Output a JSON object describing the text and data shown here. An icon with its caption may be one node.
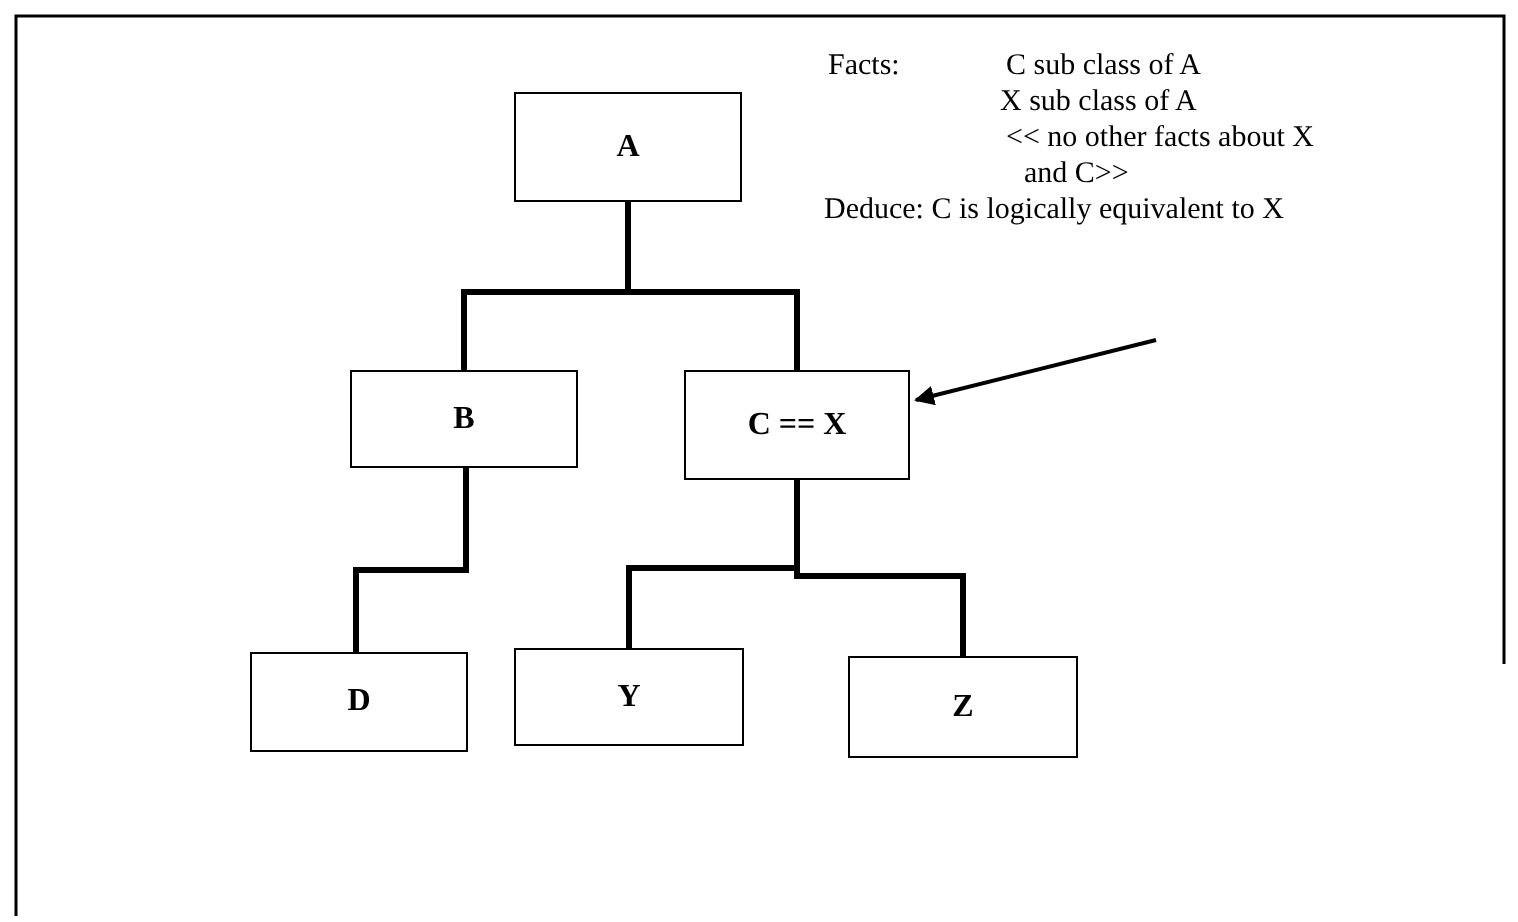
{
  "diagram": {
    "nodes": [
      {
        "text": [
          "A"
        ]
      },
      {
        "text": [
          "B"
        ]
      },
      {
        "text": [
          "C == X"
        ]
      },
      {
        "text": [
          "D"
        ]
      },
      {
        "text": [
          "Y"
        ]
      },
      {
        "text": [
          "Z"
        ]
      },
      {
        "text": [
          "Facts:",
          "C sub class of A",
          "X sub class of A",
          "<< no other facts about X and C>>",
          "Deduce:  C is logically equivalent to X"
        ]
      }
    ],
    "edges": [
      {
        "from": 0,
        "to": 1,
        "arrow": "none"
      },
      {
        "from": 0,
        "to": 2,
        "arrow": "none"
      },
      {
        "from": 1,
        "to": 3,
        "arrow": "none"
      },
      {
        "from": 2,
        "to": 4,
        "arrow": "none"
      },
      {
        "from": 2,
        "to": 5,
        "arrow": "none"
      },
      {
        "from": 6,
        "to": 2,
        "arrow": "to"
      }
    ]
  }
}
